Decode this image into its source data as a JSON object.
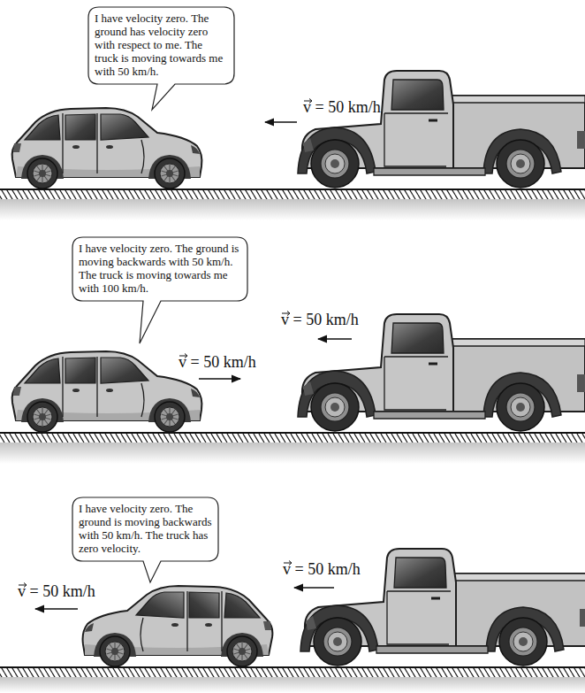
{
  "diagram": {
    "nodes": [
      {
        "text": [
          "I have velocity zero. The ground has velocity zero with respect to me. The truck is moving towards me with 50 km/h."
        ]
      },
      {
        "text": [
          "I have velocity zero. The ground is moving backwards with 50 km/h. The truck is moving towards me with 100 km/h."
        ]
      },
      {
        "text": [
          "I have velocity zero. The ground is moving backwards with 50 km/h. The truck has zero velocity."
        ]
      }
    ],
    "labels": [
      "v = 50 km/h",
      "v = 50 km/h",
      "v = 50 km/h",
      "v = 50 km/h",
      "v = 50 km/h"
    ]
  }
}
